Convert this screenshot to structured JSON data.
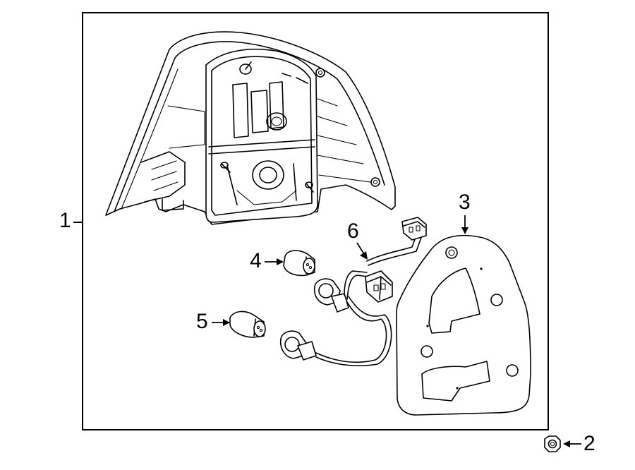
{
  "diagram": {
    "callouts": {
      "tail_lamp_assembly": "1",
      "nut": "2",
      "gasket": "3",
      "bulb_upper": "4",
      "bulb_lower": "5",
      "socket_harness": "6"
    }
  }
}
